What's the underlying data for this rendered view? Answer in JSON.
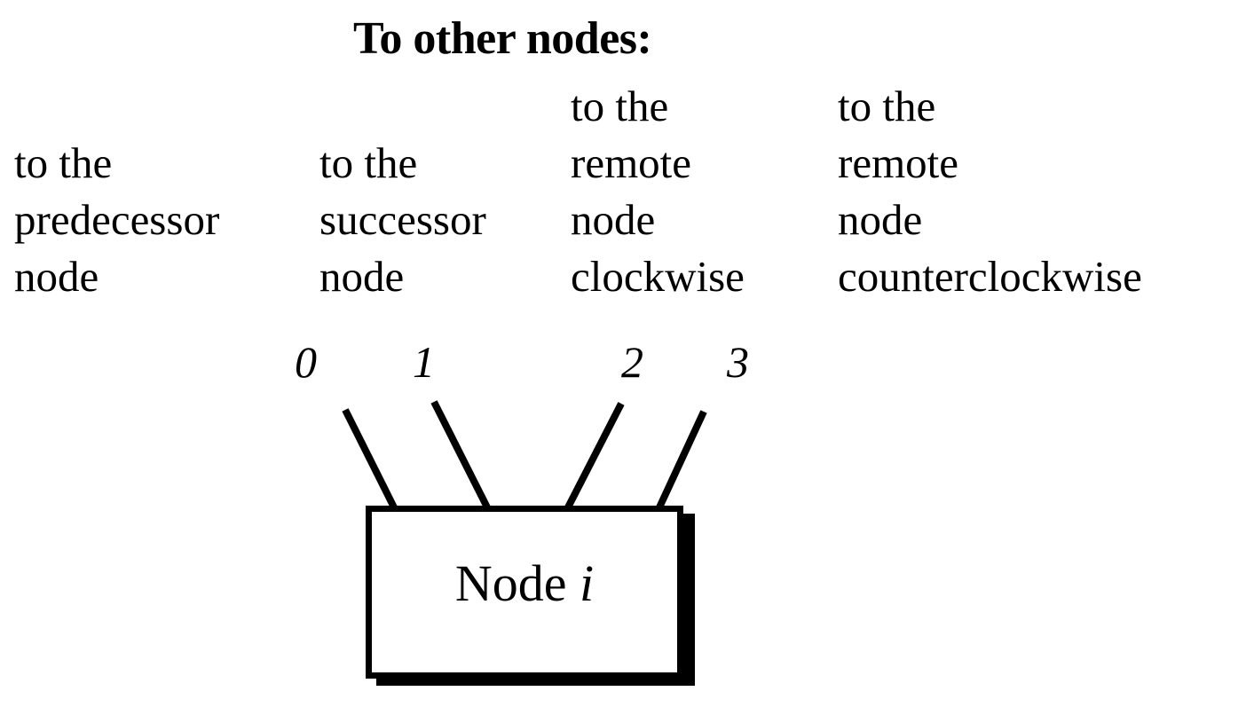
{
  "diagram": {
    "title": "To other nodes:",
    "columns": [
      {
        "id": "predecessor",
        "port": "0",
        "lines": [
          "to the",
          "predecessor",
          "node"
        ]
      },
      {
        "id": "successor",
        "port": "1",
        "lines": [
          "to the",
          "successor",
          "node"
        ]
      },
      {
        "id": "remote-clockwise",
        "port": "2",
        "lines": [
          "to the",
          "remote",
          "node",
          "clockwise"
        ]
      },
      {
        "id": "remote-counterclockwise",
        "port": "3",
        "lines": [
          "to the",
          "remote",
          "node",
          "counterclockwise"
        ]
      }
    ],
    "ports": [
      "0",
      "1",
      "2",
      "3"
    ],
    "node": {
      "label_text": "Node ",
      "label_variable": "i"
    },
    "colors": {
      "ink": "#000000",
      "paper": "#ffffff"
    }
  }
}
